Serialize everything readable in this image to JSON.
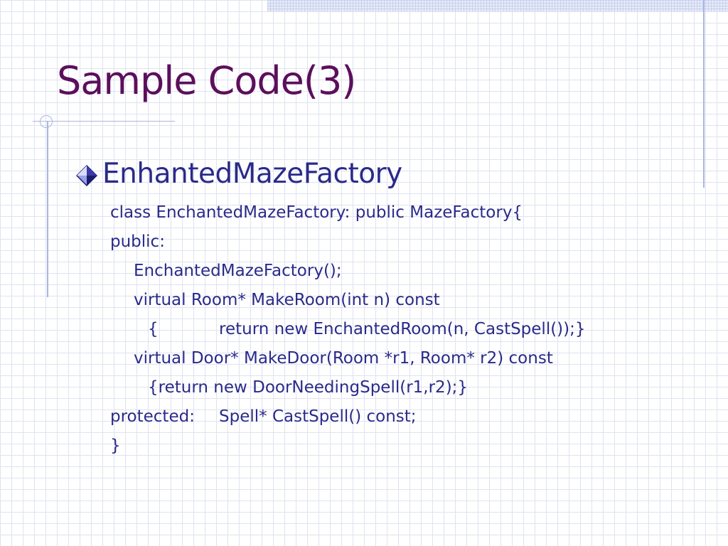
{
  "slide": {
    "title": "Sample Code(3)",
    "bullet_text": "EnhantedMazeFactory",
    "code": {
      "line1": "class EnchantedMazeFactory: public MazeFactory{",
      "line2": "public:",
      "line3": "EnchantedMazeFactory();",
      "line4": "virtual Room* MakeRoom(int n) const",
      "line5_brace": "{",
      "line5_body": "return new EnchantedRoom(n, CastSpell());}",
      "line6": "virtual Door* MakeDoor(Room *r1, Room* r2) const",
      "line7": "{return new DoorNeedingSpell(r1,r2);}",
      "line8_keyword": "protected:",
      "line8_body": "Spell* CastSpell() const;",
      "line9": "}"
    }
  },
  "colors": {
    "title": "#5c0f5c",
    "text": "#2a2a8a",
    "grid": "#dfe3f0",
    "accent": "#aab6e0"
  },
  "icons": {
    "bullet": "diamond-bullet-icon"
  }
}
